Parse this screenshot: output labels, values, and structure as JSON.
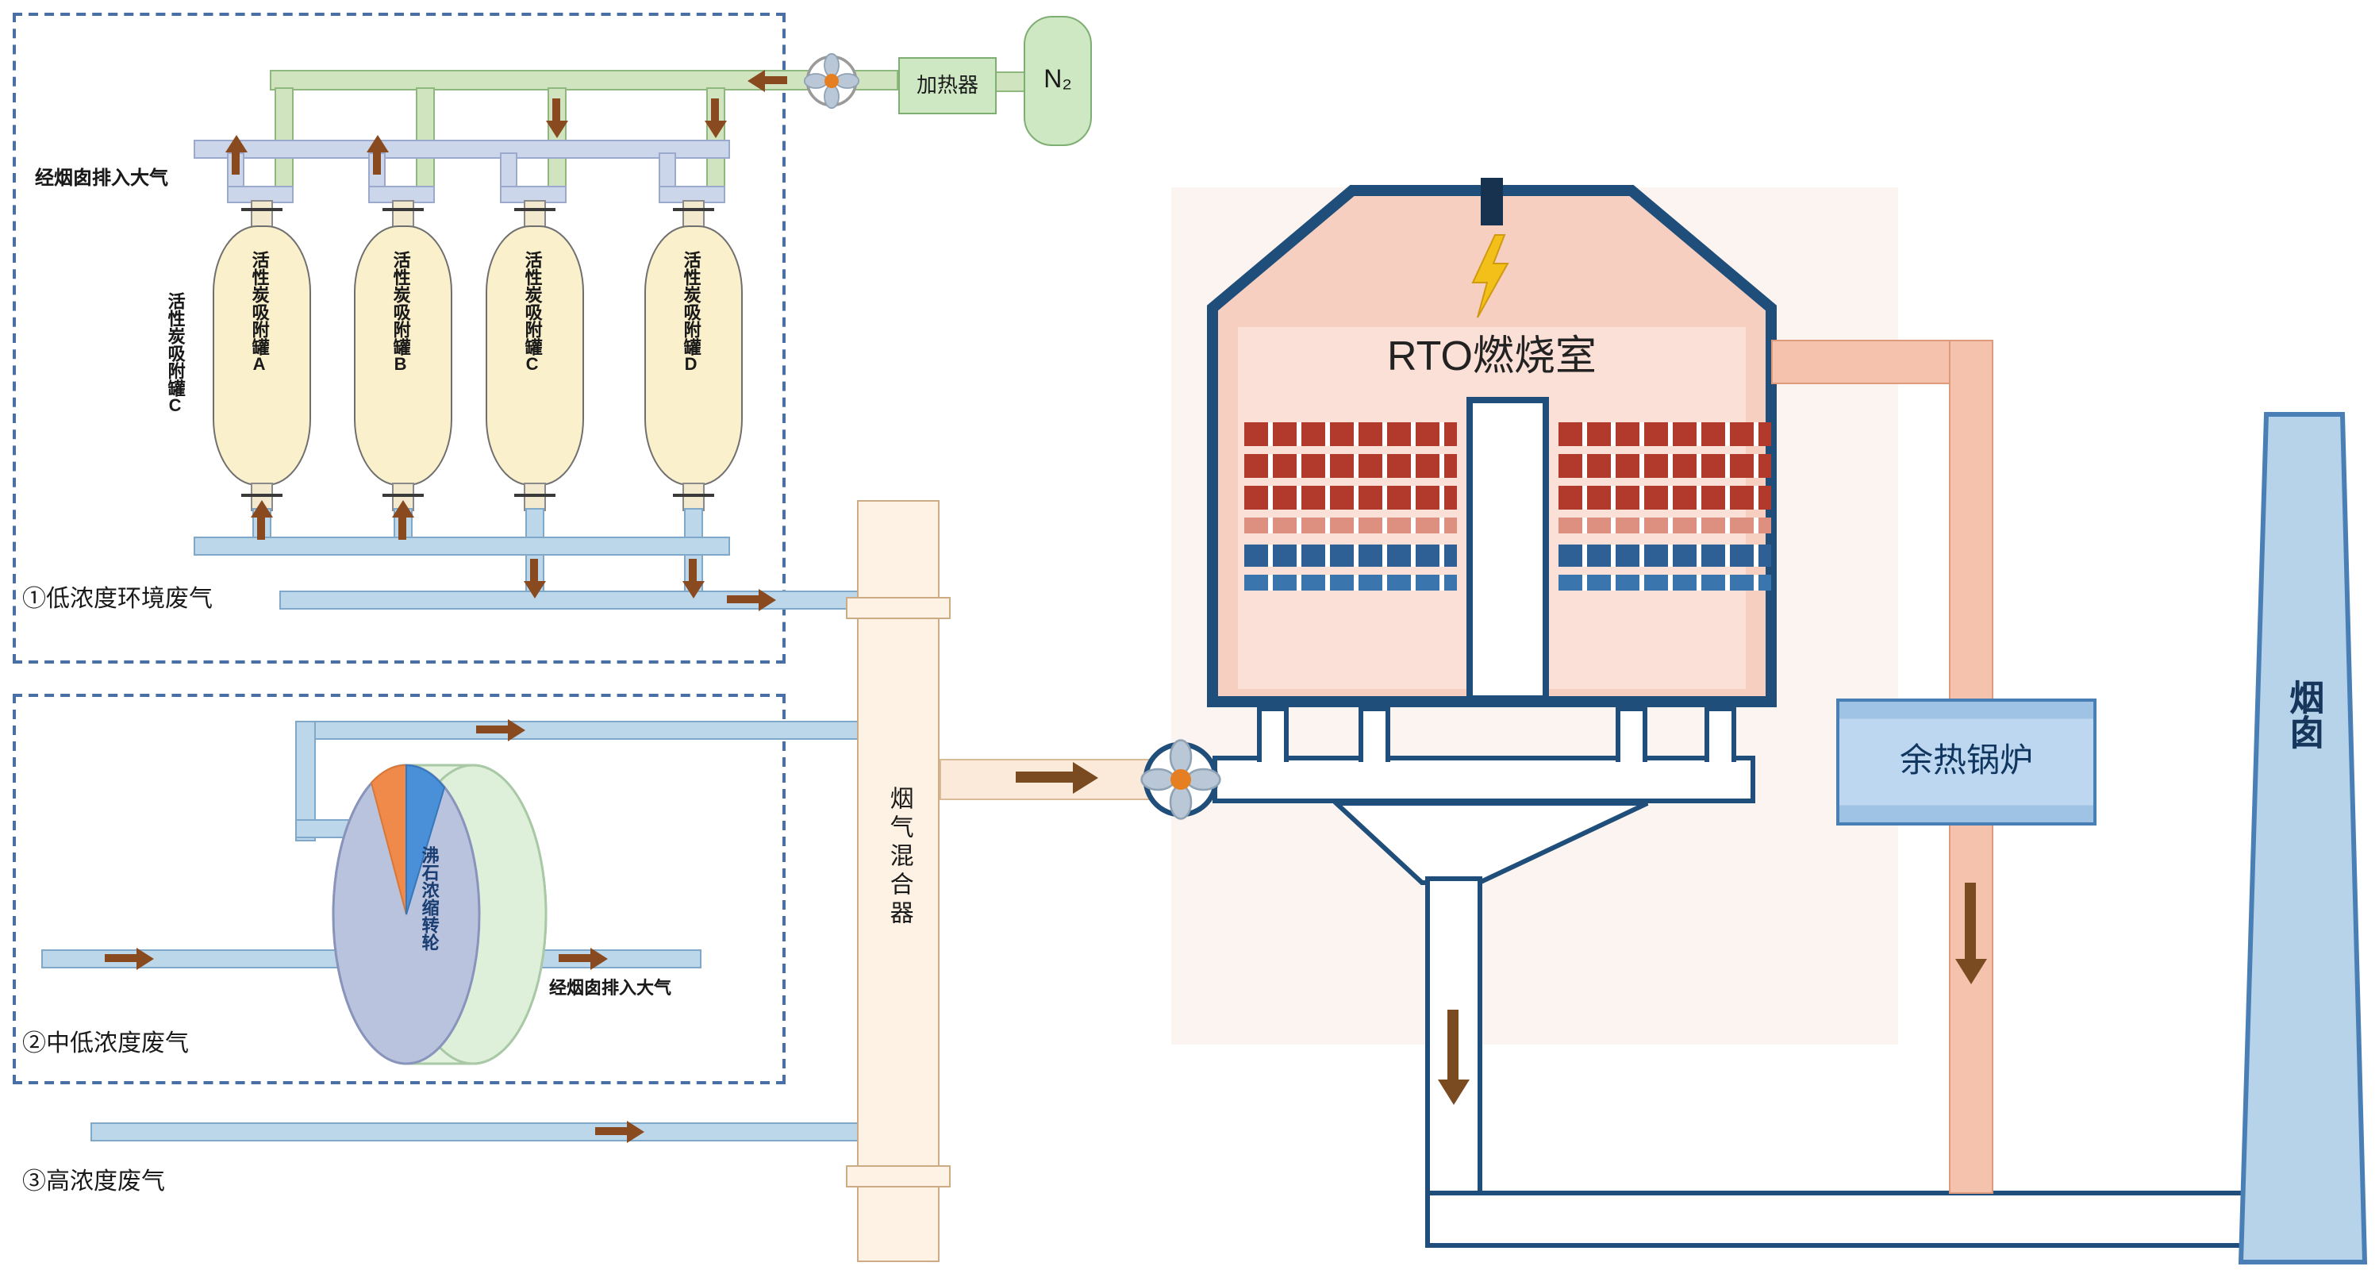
{
  "colors": {
    "pipe_green": "#cfe4bf",
    "pipe_lavender": "#ccd6ea",
    "pipe_blue": "#bdd7ea",
    "pipe_salmon": "#f5c2ad",
    "vessel_cream": "#faf0cc",
    "rto_body": "#f6cfc1",
    "rto_border": "#1e4e79",
    "brick_red": "#b23a2c",
    "brick_blue": "#2e6095",
    "arrow_brown": "#8a4a1f",
    "dashed_box": "#4a6fa5"
  },
  "low_section": {
    "label": "①低浓度环境废气",
    "exhaust_label": "经烟囱排入大气",
    "side_label": "活性炭吸附罐C",
    "tanks": [
      {
        "label": "活性炭吸附罐A"
      },
      {
        "label": "活性炭吸附罐B"
      },
      {
        "label": "活性炭吸附罐C"
      },
      {
        "label": "活性炭吸附罐D"
      }
    ]
  },
  "n2_supply": {
    "tank_label": "N₂",
    "heater_label": "加热器"
  },
  "mid_section": {
    "label": "②中低浓度废气",
    "wheel_label": "沸石浓缩转轮",
    "exhaust_label": "经烟囱排入大气"
  },
  "high_section": {
    "label": "③高浓度废气"
  },
  "mixer": {
    "label": "烟气混合器"
  },
  "rto": {
    "label": "RTO燃烧室"
  },
  "boiler": {
    "label": "余热锅炉"
  },
  "chimney": {
    "label": "烟囱"
  }
}
